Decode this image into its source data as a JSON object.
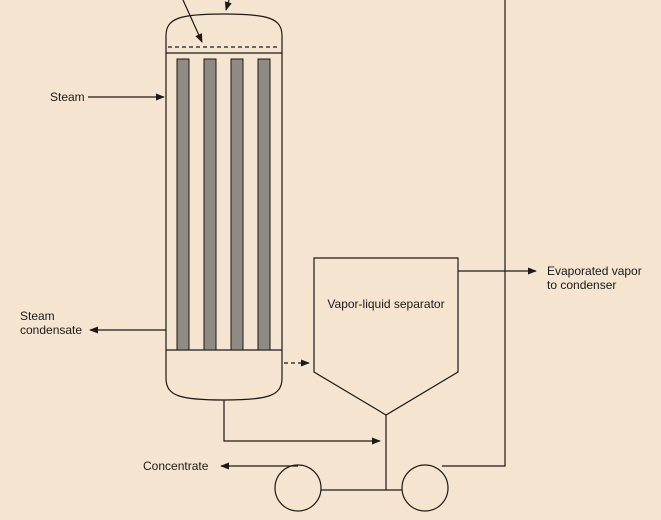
{
  "diagram": {
    "labels": {
      "steam": "Steam",
      "steam_condensate_line1": "Steam",
      "steam_condensate_line2": "condensate",
      "separator": "Vapor-liquid separator",
      "evaporated_vapor_line1": "Evaporated vapor",
      "evaporated_vapor_line2": "to condenser",
      "concentrate": "Concentrate"
    },
    "colors": {
      "background": "#f4e4d0",
      "line": "#1a1a1a",
      "tube": "#8f8a83"
    }
  }
}
